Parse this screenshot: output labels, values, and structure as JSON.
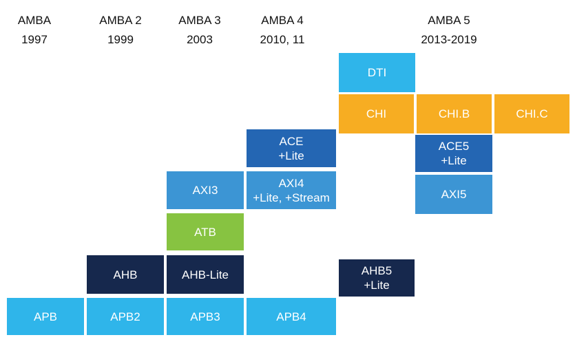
{
  "colors": {
    "bright_blue": "#2fb5ea",
    "mid_blue": "#3c95d4",
    "dark_blue": "#2466b3",
    "navy": "#16284d",
    "green": "#87c341",
    "orange": "#f7ad22"
  },
  "headers": [
    {
      "name": "AMBA",
      "year": "1997"
    },
    {
      "name": "AMBA 2",
      "year": "1999"
    },
    {
      "name": "AMBA 3",
      "year": "2003"
    },
    {
      "name": "AMBA 4",
      "year": "2010, 11"
    },
    {
      "name": "AMBA 5",
      "year": "2013-2019"
    }
  ],
  "blocks": {
    "apb": "APB",
    "apb2": "APB2",
    "apb3": "APB3",
    "apb4": "APB4",
    "ahb": "AHB",
    "ahb_lite": "AHB-Lite",
    "atb": "ATB",
    "axi3": "AXI3",
    "axi4": "AXI4\n+Lite, +Stream",
    "ace": "ACE\n+Lite",
    "ahb5": "AHB5\n+Lite",
    "dti": "DTI",
    "chi": "CHI",
    "chi_b": "CHI.B",
    "chi_c": "CHI.C",
    "ace5": "ACE5\n+Lite",
    "axi5": "AXI5"
  }
}
